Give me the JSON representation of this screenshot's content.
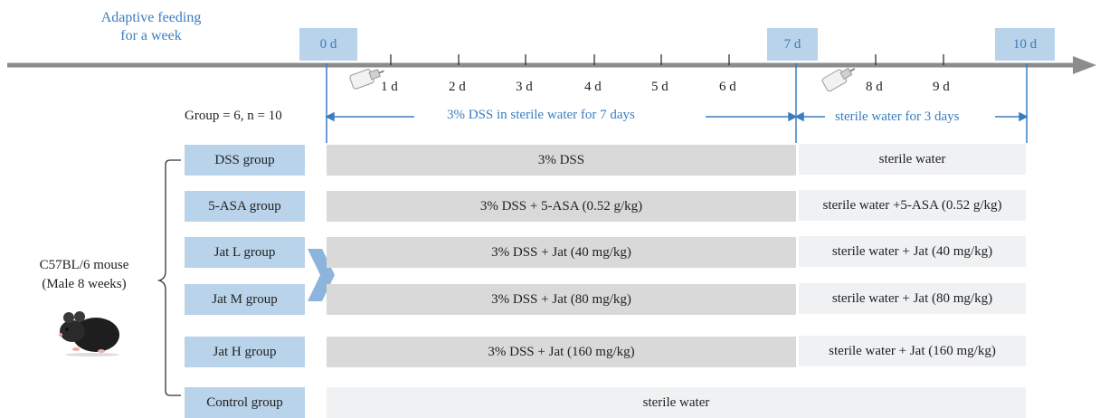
{
  "timeline": {
    "title_line1": "Adaptive feeding",
    "title_line2": "for a week",
    "boxes": [
      "0 d",
      "7 d",
      "10 d"
    ],
    "day_labels": [
      "1 d",
      "2 d",
      "3 d",
      "4 d",
      "5 d",
      "6 d",
      "8 d",
      "9 d"
    ],
    "accent_color": "#3a7dbf",
    "arrow_color": "#8c8c8c"
  },
  "design": {
    "group_info": "Group = 6, n = 10",
    "phase1": "3% DSS in sterile water for 7 days",
    "phase2": "sterile water for 3 days"
  },
  "mouse": {
    "line1": "C57BL/6 mouse",
    "line2": "(Male 8 weeks)"
  },
  "groups": [
    {
      "label": "DSS group",
      "phase1": "3% DSS",
      "phase2": "sterile water"
    },
    {
      "label": "5-ASA group",
      "phase1": "3% DSS + 5-ASA (0.52 g/kg)",
      "phase2": "sterile water +5-ASA (0.52 g/kg)"
    },
    {
      "label": "Jat L group",
      "phase1": "3% DSS + Jat (40 mg/kg)",
      "phase2": "sterile water + Jat (40 mg/kg)"
    },
    {
      "label": "Jat M group",
      "phase1": "3% DSS + Jat (80 mg/kg)",
      "phase2": "sterile water + Jat (80 mg/kg)"
    },
    {
      "label": "Jat H group",
      "phase1": "3% DSS + Jat (160 mg/kg)",
      "phase2": "sterile water + Jat (160 mg/kg)"
    },
    {
      "label": "Control group",
      "control": "sterile water"
    }
  ]
}
